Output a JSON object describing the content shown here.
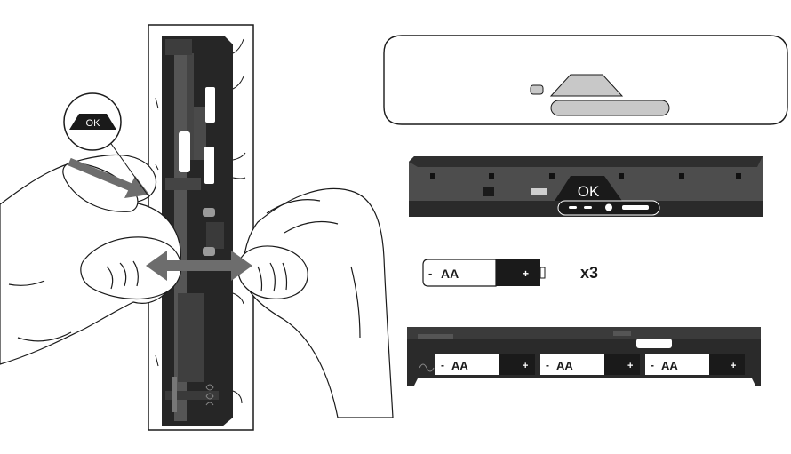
{
  "callout": {
    "text": "OK"
  },
  "remote_bottom": {
    "ok_label": "OK"
  },
  "battery": {
    "label": "AA",
    "minus": "-",
    "plus": "+"
  },
  "quantity": {
    "text": "x3"
  },
  "tray": {
    "batteries": [
      {
        "label": "AA",
        "minus": "-",
        "plus": "+"
      },
      {
        "label": "AA",
        "minus": "-",
        "plus": "+"
      },
      {
        "label": "AA",
        "minus": "-",
        "plus": "+"
      }
    ]
  },
  "colors": {
    "remote_dark": "#2a2a2a",
    "remote_mid": "#4d4d4d",
    "arrow_gray": "#6d6d6d",
    "light_gray": "#c8c8c8",
    "outline": "#1a1a1a"
  }
}
